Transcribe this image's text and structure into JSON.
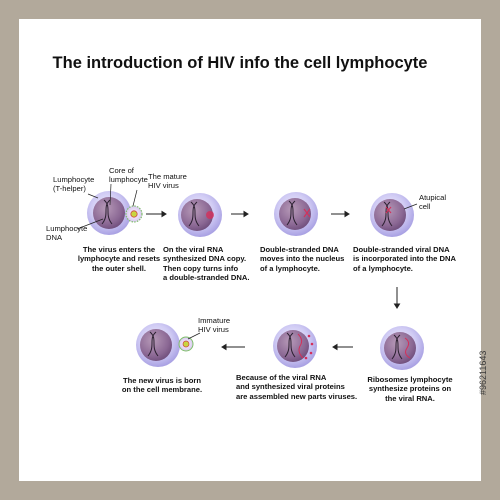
{
  "title": "The  introduction of HIV info the cell lymphocyte",
  "labels": {
    "lymphocyte": [
      "Lumphocyte",
      "(T-helper)"
    ],
    "core": [
      "Core of",
      "lumphocyte"
    ],
    "mature_virus": [
      "The mature",
      "HIV virus"
    ],
    "dna": [
      "Lumphocyte",
      "DNA"
    ],
    "atypical": [
      "Atupical",
      "cell"
    ],
    "immature_virus": [
      "Immature",
      "HIV virus"
    ]
  },
  "steps": [
    {
      "caption": [
        "The virus enters the",
        "lymphocyte and resets",
        "the outer shell."
      ]
    },
    {
      "caption": [
        "On the viral RNA",
        "synthesized DNA copy.",
        "Then copy turns info",
        "a double-stranded DNA."
      ]
    },
    {
      "caption": [
        "Double-stranded  DNA",
        " moves  into the nucleus",
        "of a lymphocyte."
      ]
    },
    {
      "caption": [
        "Double-stranded viral DNA",
        "is incorporated into the DNA",
        "of a lymphocyte."
      ]
    },
    {
      "caption": [
        "Ribosomes lymphocyte",
        "synthesize proteins on",
        "the viral RNA."
      ]
    },
    {
      "caption": [
        "Because  of the viral RNA",
        "and synthesized  viral  proteins",
        "are assembled new parts viruses."
      ]
    },
    {
      "caption": [
        "The new virus is born",
        "on the cell membrane."
      ]
    }
  ],
  "side_stamp": "#96211643",
  "colors": {
    "frame": "#b2a99b",
    "cell_outer": "#c9c3f0",
    "cell_inner": "#8d6a97",
    "viral_dna": "#d4305a",
    "virus_core": "#c9d53f"
  }
}
